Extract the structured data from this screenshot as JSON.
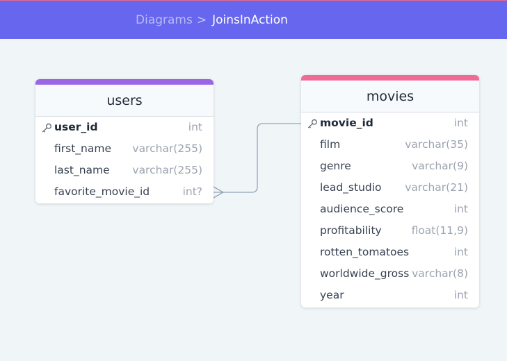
{
  "breadcrumb": {
    "root": "Diagrams",
    "separator": ">",
    "current": "JoinsInAction"
  },
  "colors": {
    "topbar": "#6666ee",
    "users_accent": "#9b66e4",
    "movies_accent": "#ef6b96",
    "connector": "#94a3b8"
  },
  "users": {
    "name": "users",
    "columns": [
      {
        "name": "user_id",
        "type": "int",
        "primary_key": true
      },
      {
        "name": "first_name",
        "type": "varchar(255)"
      },
      {
        "name": "last_name",
        "type": "varchar(255)"
      },
      {
        "name": "favorite_movie_id",
        "type": "int?"
      }
    ]
  },
  "movies": {
    "name": "movies",
    "columns": [
      {
        "name": "movie_id",
        "type": "int",
        "primary_key": true
      },
      {
        "name": "film",
        "type": "varchar(35)"
      },
      {
        "name": "genre",
        "type": "varchar(9)"
      },
      {
        "name": "lead_studio",
        "type": "varchar(21)"
      },
      {
        "name": "audience_score",
        "type": "int"
      },
      {
        "name": "profitability",
        "type": "float(11,9)"
      },
      {
        "name": "rotten_tomatoes",
        "type": "int"
      },
      {
        "name": "worldwide_gross",
        "type": "varchar(8)"
      },
      {
        "name": "year",
        "type": "int"
      }
    ]
  },
  "relationship": {
    "from": "users.favorite_movie_id",
    "to": "movies.movie_id",
    "cardinality": "many-to-one"
  }
}
